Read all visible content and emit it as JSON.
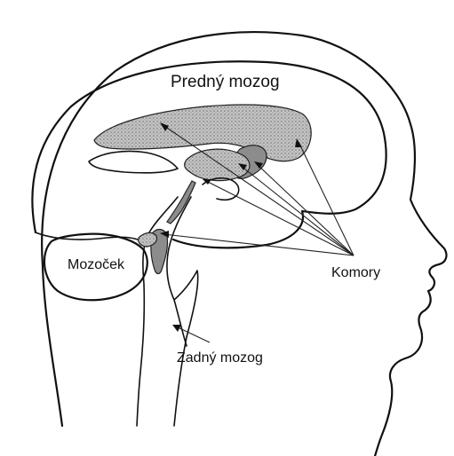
{
  "labels": {
    "forebrain": "Predný mozog",
    "cerebellum": "Mozoček",
    "ventricles": "Komory",
    "hindbrain": "Zadný mozog"
  },
  "colors": {
    "line": "#111111",
    "ventricle_fill": "#9a9a9a",
    "background": "#ffffff"
  }
}
